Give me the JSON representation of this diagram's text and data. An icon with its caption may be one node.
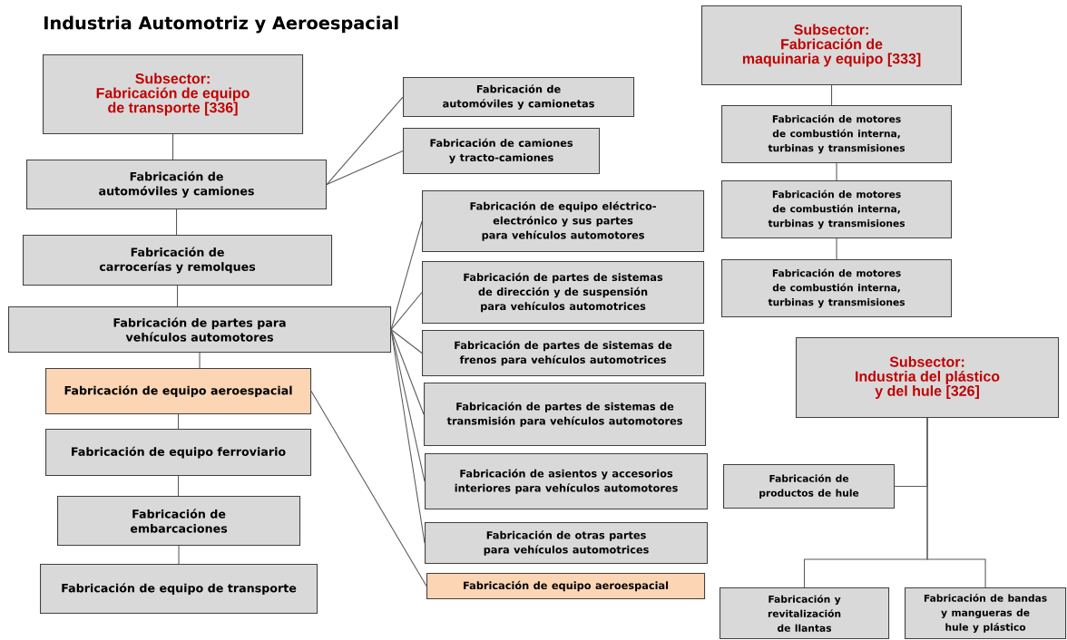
{
  "diagram": {
    "title": "Industria Automotriz y Aeroespacial",
    "nodes": [
      {
        "text": [
          "Subsector:",
          "Fabricación de equipo de transporte [336]"
        ]
      },
      {
        "text": [
          "Fabricación de automóviles y camiones"
        ]
      },
      {
        "text": [
          "Fabricación de carrocerías y remolques"
        ]
      },
      {
        "text": [
          "Fabricación de partes para vehículos automotores"
        ]
      },
      {
        "text": [
          "Fabricación de equipo aeroespacial"
        ]
      },
      {
        "text": [
          "Fabricación de equipo ferroviario"
        ]
      },
      {
        "text": [
          "Fabricación de embarcaciones"
        ]
      },
      {
        "text": [
          "Fabricación de equipo de transporte"
        ]
      },
      {
        "text": [
          "Fabricación de automóviles y camionetas"
        ]
      },
      {
        "text": [
          "Fabricación de camiones y tracto-camiones"
        ]
      },
      {
        "text": [
          "Fabricación de equipo eléctrico-electrónico y sus partes para vehículos automotores"
        ]
      },
      {
        "text": [
          "Fabricación de partes de sistemas de dirección y de suspensión para vehículos automotrices"
        ]
      },
      {
        "text": [
          "Fabricación de partes de sistemas de frenos para vehículos automotrices"
        ]
      },
      {
        "text": [
          "Fabricación de partes de sistemas de transmisión para vehículos automotores"
        ]
      },
      {
        "text": [
          "Fabricación de asientos y accesorios interiores para vehículos automotores"
        ]
      },
      {
        "text": [
          "Fabricación de otras partes para vehículos automotrices"
        ]
      },
      {
        "text": [
          "Fabricación de equipo aeroespacial"
        ]
      },
      {
        "text": [
          "Subsector:",
          "Fabricación de maquinaria y equipo [333]"
        ]
      },
      {
        "text": [
          "Fabricación de motores de combustión interna, turbinas y transmisiones"
        ]
      },
      {
        "text": [
          "Fabricación de motores de combustión interna, turbinas y transmisiones"
        ]
      },
      {
        "text": [
          "Fabricación de motores de combustión interna, turbinas y transmisiones"
        ]
      },
      {
        "text": [
          "Subsector:",
          "Industria del plástico y del hule [326]"
        ]
      },
      {
        "text": [
          "Fabricación de productos de hule"
        ]
      },
      {
        "text": [
          "Fabricación y revitalización de llantas"
        ]
      },
      {
        "text": [
          "Fabricación de bandas y mangueras de hule y plástico"
        ]
      }
    ],
    "edges": [
      {
        "from": 0,
        "to": 1,
        "arrow": "none"
      },
      {
        "from": 1,
        "to": 2,
        "arrow": "none"
      },
      {
        "from": 2,
        "to": 3,
        "arrow": "none"
      },
      {
        "from": 3,
        "to": 4,
        "arrow": "none"
      },
      {
        "from": 4,
        "to": 5,
        "arrow": "none"
      },
      {
        "from": 5,
        "to": 6,
        "arrow": "none"
      },
      {
        "from": 6,
        "to": 7,
        "arrow": "none"
      },
      {
        "from": 1,
        "to": 8,
        "arrow": "none"
      },
      {
        "from": 1,
        "to": 9,
        "arrow": "none"
      },
      {
        "from": 3,
        "to": 10,
        "arrow": "none"
      },
      {
        "from": 3,
        "to": 11,
        "arrow": "none"
      },
      {
        "from": 3,
        "to": 12,
        "arrow": "none"
      },
      {
        "from": 3,
        "to": 13,
        "arrow": "none"
      },
      {
        "from": 3,
        "to": 14,
        "arrow": "none"
      },
      {
        "from": 3,
        "to": 15,
        "arrow": "none"
      },
      {
        "from": 4,
        "to": 16,
        "arrow": "none"
      },
      {
        "from": 17,
        "to": 18,
        "arrow": "none"
      },
      {
        "from": 18,
        "to": 19,
        "arrow": "none"
      },
      {
        "from": 19,
        "to": 20,
        "arrow": "none"
      },
      {
        "from": 21,
        "to": 22,
        "arrow": "none"
      },
      {
        "from": 21,
        "to": 23,
        "arrow": "none"
      },
      {
        "from": 21,
        "to": 24,
        "arrow": "none"
      }
    ]
  }
}
